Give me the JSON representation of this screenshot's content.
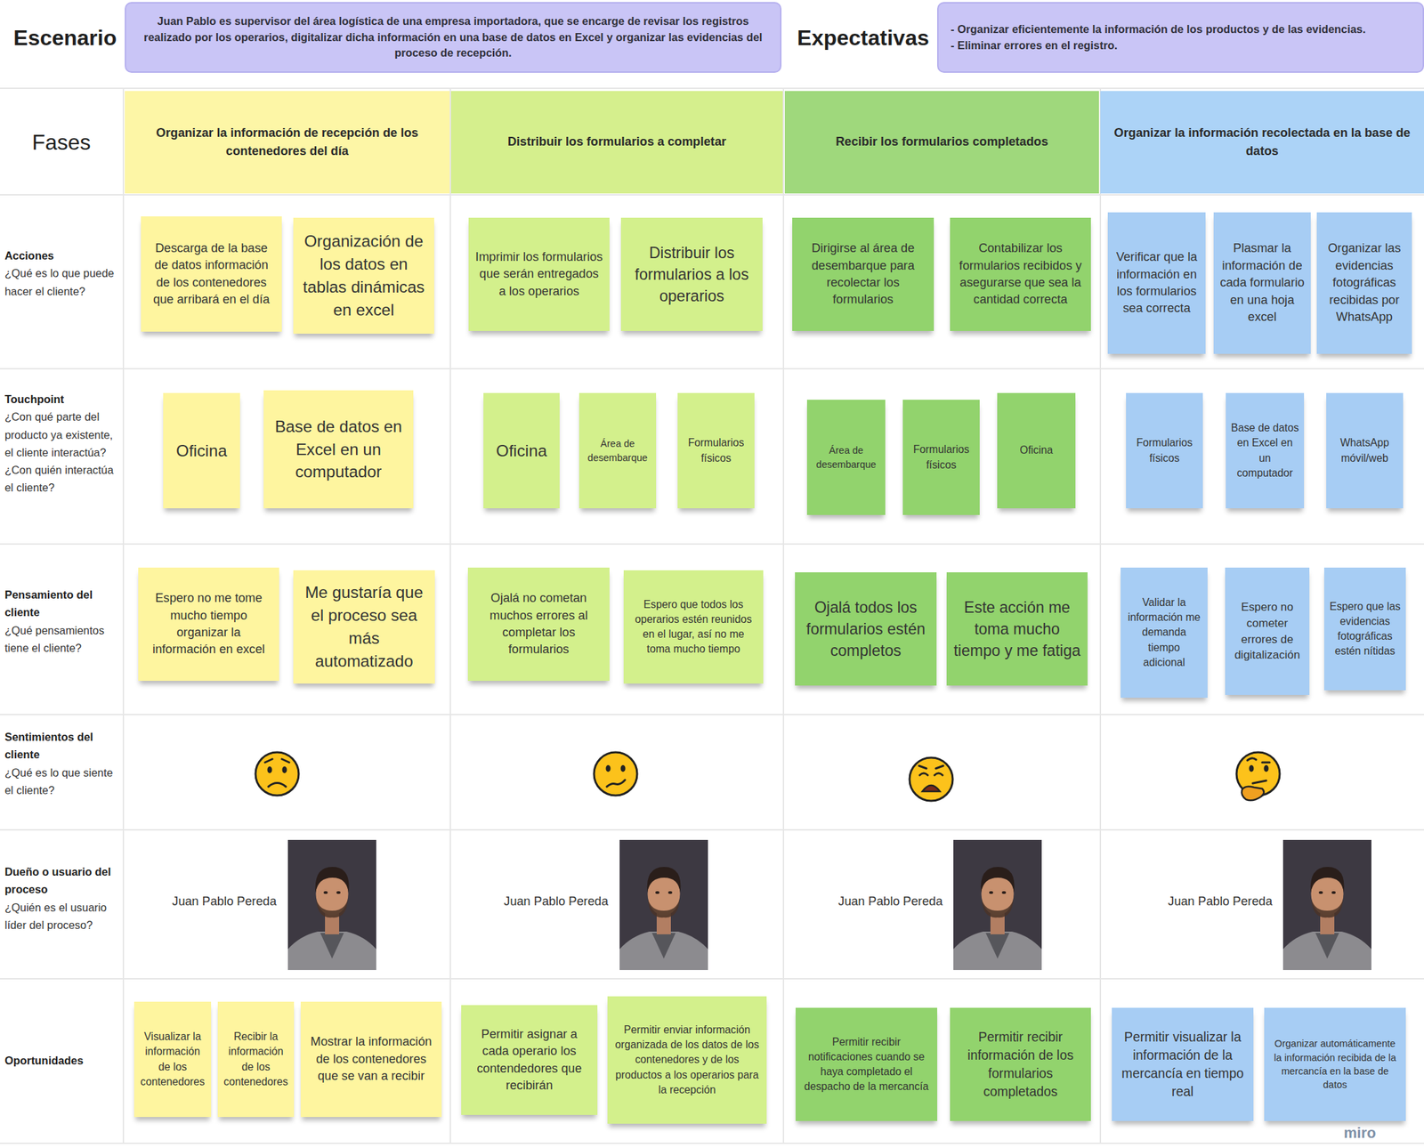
{
  "diagram": {
    "nodes": [
      {
        "text": [
          "Escenario",
          "Juan Pablo es supervisor del área logística de una empresa importadora, que se encarge de revisar los registros realizado por los operarios, digitalizar dicha información en una base de datos en Excel y organizar las evidencias del proceso de recepción."
        ]
      },
      {
        "text": [
          "Expectativas",
          "- Organizar eficientemente la información de los productos y de las evidencias.",
          "- Eliminar errores en el registro."
        ]
      },
      {
        "text": [
          "Organizar la información de recepción de los contenedores del día"
        ]
      },
      {
        "text": [
          "Distribuir los formularios a completar"
        ]
      },
      {
        "text": [
          "Recibir los formularios completados"
        ]
      },
      {
        "text": [
          "Organizar la información recolectada en la base de datos"
        ]
      },
      {
        "text": [
          "Descarga de la base de datos información de los contenedores que arribará en el día"
        ]
      },
      {
        "text": [
          "Organización de los datos en tablas dinámicas en excel"
        ]
      },
      {
        "text": [
          "Imprimir los formularios que serán entregados a los operarios"
        ]
      },
      {
        "text": [
          "Distribuir los formularios a los operarios"
        ]
      },
      {
        "text": [
          "Dirigirse al área de desembarque para recolectar los formularios"
        ]
      },
      {
        "text": [
          "Contabilizar los formularios recibidos y asegurarse que sea la cantidad correcta"
        ]
      },
      {
        "text": [
          "Verificar que la información en los formularios sea correcta"
        ]
      },
      {
        "text": [
          "Plasmar la información de cada formulario en una hoja excel"
        ]
      },
      {
        "text": [
          "Organizar las evidencias fotográficas recibidas por WhatsApp"
        ]
      },
      {
        "text": [
          "Oficina"
        ]
      },
      {
        "text": [
          "Base de datos en Excel en un computador"
        ]
      },
      {
        "text": [
          "Oficina"
        ]
      },
      {
        "text": [
          "Área de desembarque"
        ]
      },
      {
        "text": [
          "Formularios físicos"
        ]
      },
      {
        "text": [
          "Área de desembarque"
        ]
      },
      {
        "text": [
          "Formularios físicos"
        ]
      },
      {
        "text": [
          "Oficina"
        ]
      },
      {
        "text": [
          "Formularios físicos"
        ]
      },
      {
        "text": [
          "Base de datos en Excel en un computador"
        ]
      },
      {
        "text": [
          "WhatsApp móvil/web"
        ]
      },
      {
        "text": [
          "Espero no me tome mucho tiempo organizar la información en excel"
        ]
      },
      {
        "text": [
          "Me gustaría que el proceso sea más automatizado"
        ]
      },
      {
        "text": [
          "Ojalá no cometan muchos errores al completar los formularios"
        ]
      },
      {
        "text": [
          "Espero que todos los operarios estén reunidos en el lugar, así no me toma mucho tiempo"
        ]
      },
      {
        "text": [
          "Ojalá todos los formularios estén completos"
        ]
      },
      {
        "text": [
          "Este acción me toma mucho tiempo y me fatiga"
        ]
      },
      {
        "text": [
          "Validar la información me demanda tiempo adicional"
        ]
      },
      {
        "text": [
          "Espero no cometer errores de digitalización"
        ]
      },
      {
        "text": [
          "Espero que las evidencias fotográficas estén nítidas"
        ]
      },
      {
        "text": [
          "Visualizar la información de los contenedores"
        ]
      },
      {
        "text": [
          "Recibir la información de los contenedores"
        ]
      },
      {
        "text": [
          "Mostrar la información de los contenedores que se van a recibir"
        ]
      },
      {
        "text": [
          "Permitir asignar a cada operario los contendedores que recibirán"
        ]
      },
      {
        "text": [
          "Permitir enviar información organizada de los datos de los contenedores y de los productos a los operarios para la recepción"
        ]
      },
      {
        "text": [
          "Permitir recibir notificaciones cuando se haya completado el despacho de la mercancía"
        ]
      },
      {
        "text": [
          "Permitir recibir información de los formularios completados"
        ]
      },
      {
        "text": [
          "Permitir visualizar la información de la mercancía en tiempo real"
        ]
      },
      {
        "text": [
          "Organizar automáticamente la información recibida de la mercancía en la base de datos"
        ]
      }
    ],
    "labels": [
      "Fases",
      "Acciones",
      "¿Qué es lo que puede hacer el cliente?",
      "Touchpoint",
      "¿Con qué parte del producto ya existente, el cliente interactúa? ¿Con quién interactúa el cliente?",
      "Pensamiento del cliente",
      "¿Qué pensamientos tiene el cliente?",
      "Sentimientos del cliente",
      "¿Qué es lo que siente el cliente?",
      "Dueño o usuario del proceso",
      "¿Quién es el usuario líder del proceso?",
      "Oportunidades",
      "Juan Pablo Pereda",
      "Juan Pablo Pereda",
      "Juan Pablo Pereda",
      "Juan Pablo Pereda",
      "miro"
    ]
  }
}
